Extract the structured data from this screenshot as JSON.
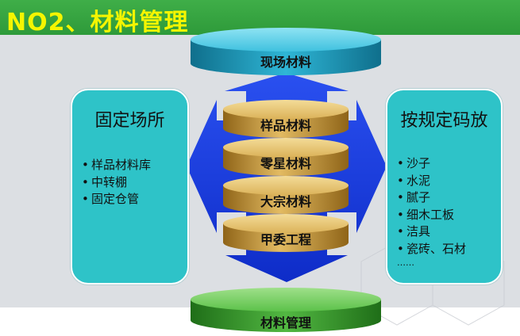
{
  "header": {
    "title": "NO2、材料管理"
  },
  "top_cylinder": {
    "label": "现场材料"
  },
  "bottom_cylinder": {
    "label": "材料管理"
  },
  "stack": {
    "layers": [
      {
        "label": "样品材料"
      },
      {
        "label": "零星材料"
      },
      {
        "label": "大宗材料"
      },
      {
        "label": "甲委工程"
      }
    ]
  },
  "left_box": {
    "title": "固定场所",
    "items": [
      "样品材料库",
      "中转棚",
      "固定仓管"
    ]
  },
  "right_box": {
    "title": "按规定码放",
    "items": [
      "沙子",
      "水泥",
      "腻子",
      "细木工板",
      "洁具",
      "瓷砖、石材",
      "……"
    ]
  },
  "colors": {
    "header_bg": "#37a843",
    "header_text": "#f5f500",
    "box_fill": "#2ec3c8",
    "arrow_blue": "#1d3fe0",
    "cyan_cylinder": "#1f9bbb",
    "gold_cylinder": "#c79a3a",
    "green_cylinder": "#3a9a2e"
  }
}
